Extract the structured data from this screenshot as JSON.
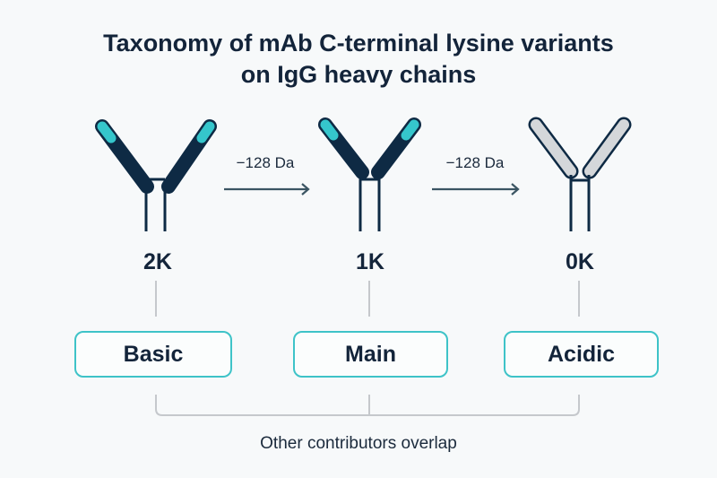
{
  "title": {
    "line1": "Taxonomy of mAb C-terminal lysine variants",
    "line2": "on IgG heavy chains"
  },
  "colors": {
    "antibody_dark": "#0e2a44",
    "lysine_tip": "#35c6cc",
    "antibody_gray": "#d4d7da",
    "box_border": "#3ec3c8",
    "connector": "#c5c8cc",
    "arrow": "#3b5563"
  },
  "variants": [
    {
      "label": "2K",
      "tips": "lysine-present",
      "category": "Basic"
    },
    {
      "label": "1K",
      "tips": "lysine-present",
      "category": "Main"
    },
    {
      "label": "0K",
      "tips": "no-lysine",
      "category": "Acidic"
    }
  ],
  "transitions": [
    {
      "label": "−128 Da",
      "from": "2K",
      "to": "1K"
    },
    {
      "label": "−128 Da",
      "from": "1K",
      "to": "0K"
    }
  ],
  "categories": [
    "Basic",
    "Main",
    "Acidic"
  ],
  "footer": "Other contributors overlap"
}
